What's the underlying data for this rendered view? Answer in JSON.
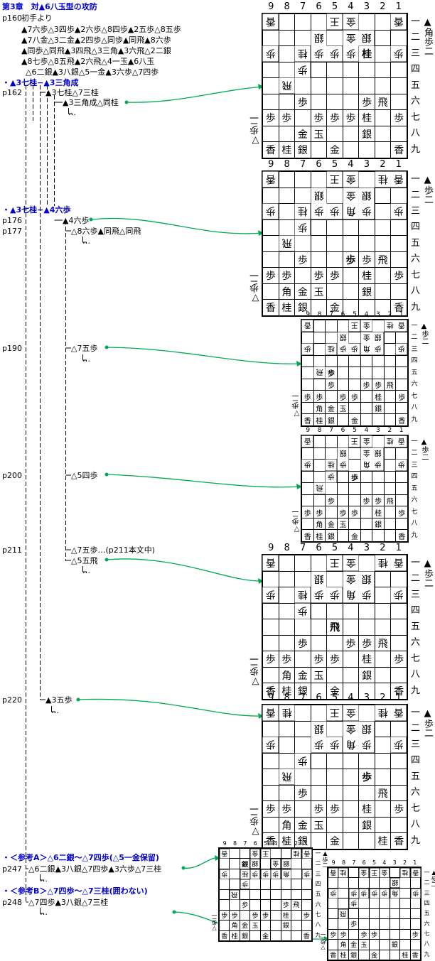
{
  "header": {
    "title": "第3章　対▲6八玉型の攻防",
    "start_page": "p160",
    "start_label": "初手より",
    "moves_lines": [
      "▲7六歩△3四歩▲2六歩△8四歩▲2五歩△8五歩",
      "▲7八金△3二金▲2四歩△同歩▲同飛▲8六歩",
      "▲同歩△同飛▲3四飛△3三角▲3六飛△2二銀",
      "▲8七歩△8五飛▲2六飛△4一玉▲6八玉",
      "△6二銀▲3八銀△5一金▲3六歩△7四歩"
    ]
  },
  "sections": [
    {
      "label": "・▲3七桂−▲3三角成"
    },
    {
      "label": "・▲3七桂−▲4六歩"
    },
    {
      "label": "・＜参考A＞△6二銀〜△7四歩(△5一金保留)"
    },
    {
      "label": "・＜参考B＞△7四歩〜△7三桂(囲わない)"
    }
  ],
  "pages": [
    "p162",
    "p176",
    "p177",
    "p190",
    "p200",
    "p211",
    "p220",
    "p247",
    "p248"
  ],
  "branch_moves": [
    "▲3七桂△7三桂",
    "▲3三角成△同桂",
    "▲4六歩",
    "△8六歩▲同飛△同飛",
    "△7五歩",
    "△5四歩",
    "△7五歩…(p211本文中)",
    "△5五飛",
    "▲3五歩",
    "△6二銀▲3八銀△7四歩▲3六歩△7三桂",
    "△7四歩▲3八銀△7三桂"
  ],
  "continuation": "…",
  "file_numbers": [
    "9",
    "8",
    "7",
    "6",
    "5",
    "4",
    "3",
    "2",
    "1"
  ],
  "rank_numbers": [
    "一",
    "二",
    "三",
    "四",
    "五",
    "六",
    "七",
    "八",
    "九"
  ],
  "boards": [
    {
      "name": "board-p162",
      "sente_hand": "▲角歩二",
      "gote_hand": "▽歩二",
      "rows": [
        [
          "g香",
          "",
          "",
          "",
          "g王",
          "g金",
          "",
          "",
          "g香"
        ],
        [
          "",
          "",
          "",
          "g銀",
          "",
          "g金",
          "g銀",
          "",
          ""
        ],
        [
          "g歩",
          "",
          "g桂",
          "g歩",
          "g歩",
          "g歩",
          "b桂",
          "",
          "g歩"
        ],
        [
          "",
          "",
          "g歩",
          "",
          "",
          "",
          "",
          "",
          ""
        ],
        [
          "",
          "g飛",
          "",
          "",
          "",
          "",
          "",
          "",
          ""
        ],
        [
          "",
          "",
          "歩",
          "",
          "",
          "",
          "歩",
          "飛",
          ""
        ],
        [
          "歩",
          "歩",
          "",
          "歩",
          "歩",
          "歩",
          "桂",
          "",
          "歩"
        ],
        [
          "",
          "",
          "金",
          "玉",
          "",
          "",
          "銀",
          "",
          ""
        ],
        [
          "香",
          "桂",
          "銀",
          "",
          "金",
          "",
          "",
          "",
          "香"
        ]
      ]
    },
    {
      "name": "board-p176",
      "sente_hand": "▲歩二",
      "gote_hand": "▽歩二",
      "rows": [
        [
          "g香",
          "",
          "",
          "",
          "g王",
          "g金",
          "",
          "g桂",
          "g香"
        ],
        [
          "",
          "",
          "",
          "g銀",
          "",
          "g金",
          "g銀",
          "",
          ""
        ],
        [
          "g歩",
          "",
          "g桂",
          "g歩",
          "g歩",
          "g角",
          "g歩",
          "",
          "g歩"
        ],
        [
          "",
          "",
          "g歩",
          "",
          "",
          "",
          "",
          "",
          ""
        ],
        [
          "",
          "g飛",
          "",
          "",
          "",
          "",
          "",
          "",
          ""
        ],
        [
          "",
          "",
          "歩",
          "",
          "",
          "b歩",
          "歩",
          "飛",
          ""
        ],
        [
          "歩",
          "歩",
          "",
          "歩",
          "歩",
          "",
          "桂",
          "",
          "歩"
        ],
        [
          "",
          "角",
          "金",
          "玉",
          "",
          "",
          "銀",
          "",
          ""
        ],
        [
          "香",
          "桂",
          "銀",
          "",
          "金",
          "",
          "",
          "",
          "香"
        ]
      ]
    },
    {
      "name": "board-p190",
      "sente_hand": "▲歩二",
      "gote_hand": "▽歩二",
      "rows": [
        [
          "g香",
          "",
          "",
          "",
          "g王",
          "g金",
          "",
          "g桂",
          "g香"
        ],
        [
          "",
          "",
          "",
          "g銀",
          "",
          "g金",
          "g銀",
          "",
          ""
        ],
        [
          "g歩",
          "",
          "g桂",
          "g歩",
          "g歩",
          "g角",
          "g歩",
          "",
          "g歩"
        ],
        [
          "",
          "",
          "",
          "",
          "",
          "",
          "",
          "",
          ""
        ],
        [
          "",
          "g飛",
          "b歩",
          "",
          "",
          "",
          "",
          "",
          ""
        ],
        [
          "",
          "",
          "歩",
          "",
          "",
          "歩",
          "歩",
          "飛",
          ""
        ],
        [
          "歩",
          "歩",
          "",
          "歩",
          "歩",
          "",
          "桂",
          "",
          "歩"
        ],
        [
          "",
          "角",
          "金",
          "玉",
          "",
          "",
          "銀",
          "",
          ""
        ],
        [
          "香",
          "桂",
          "銀",
          "",
          "金",
          "",
          "",
          "",
          "香"
        ]
      ]
    },
    {
      "name": "board-p200",
      "sente_hand": "▲歩二",
      "gote_hand": "▽歩二",
      "rows": [
        [
          "g香",
          "",
          "",
          "",
          "g王",
          "g金",
          "",
          "g桂",
          "g香"
        ],
        [
          "",
          "",
          "",
          "g銀",
          "",
          "g金",
          "g銀",
          "",
          ""
        ],
        [
          "g歩",
          "",
          "g桂",
          "g歩",
          "",
          "g角",
          "g歩",
          "",
          "g歩"
        ],
        [
          "",
          "",
          "g歩",
          "",
          "b歩",
          "",
          "",
          "",
          ""
        ],
        [
          "",
          "g飛",
          "",
          "",
          "",
          "",
          "",
          "",
          ""
        ],
        [
          "",
          "",
          "歩",
          "",
          "",
          "歩",
          "歩",
          "飛",
          ""
        ],
        [
          "歩",
          "歩",
          "",
          "歩",
          "歩",
          "",
          "桂",
          "",
          "歩"
        ],
        [
          "",
          "角",
          "金",
          "玉",
          "",
          "",
          "銀",
          "",
          ""
        ],
        [
          "香",
          "桂",
          "銀",
          "",
          "金",
          "",
          "",
          "",
          "香"
        ]
      ]
    },
    {
      "name": "board-p211",
      "sente_hand": "▲歩二",
      "gote_hand": "▽歩二",
      "rows": [
        [
          "g香",
          "",
          "",
          "",
          "g王",
          "g金",
          "",
          "g桂",
          "g香"
        ],
        [
          "",
          "",
          "",
          "g銀",
          "",
          "g金",
          "g銀",
          "",
          ""
        ],
        [
          "g歩",
          "",
          "g桂",
          "g歩",
          "g歩",
          "g角",
          "g歩",
          "",
          "g歩"
        ],
        [
          "",
          "",
          "g歩",
          "",
          "",
          "",
          "",
          "",
          ""
        ],
        [
          "",
          "",
          "",
          "",
          "b飛",
          "",
          "",
          "",
          ""
        ],
        [
          "",
          "",
          "歩",
          "",
          "",
          "歩",
          "歩",
          "飛",
          ""
        ],
        [
          "歩",
          "歩",
          "",
          "歩",
          "歩",
          "",
          "桂",
          "",
          "歩"
        ],
        [
          "",
          "角",
          "金",
          "玉",
          "",
          "",
          "銀",
          "",
          ""
        ],
        [
          "香",
          "桂",
          "銀",
          "",
          "金",
          "",
          "",
          "",
          "香"
        ]
      ]
    },
    {
      "name": "board-p220",
      "sente_hand": "▲歩二",
      "gote_hand": "▽歩二",
      "rows": [
        [
          "g香",
          "g桂",
          "",
          "",
          "g王",
          "g金",
          "",
          "g桂",
          "g香"
        ],
        [
          "",
          "",
          "",
          "g銀",
          "",
          "g金",
          "g銀",
          "",
          ""
        ],
        [
          "g歩",
          "",
          "",
          "g歩",
          "g歩",
          "g角",
          "g歩",
          "",
          "g歩"
        ],
        [
          "",
          "",
          "g歩",
          "",
          "",
          "",
          "",
          "",
          ""
        ],
        [
          "",
          "g飛",
          "",
          "",
          "",
          "",
          "b歩",
          "",
          ""
        ],
        [
          "",
          "",
          "歩",
          "",
          "",
          "",
          "",
          "飛",
          ""
        ],
        [
          "歩",
          "歩",
          "",
          "歩",
          "歩",
          "",
          "桂",
          "",
          "歩"
        ],
        [
          "",
          "角",
          "金",
          "玉",
          "",
          "",
          "銀",
          "",
          ""
        ],
        [
          "香",
          "桂",
          "銀",
          "",
          "金",
          "",
          "",
          "桂",
          "香"
        ]
      ]
    },
    {
      "name": "board-p247",
      "sente_hand": "▲歩二",
      "gote_hand": "▽歩二",
      "rows": [
        [
          "g香",
          "",
          "",
          "g金",
          "g王",
          "",
          "",
          "g桂",
          "g香"
        ],
        [
          "",
          "",
          "b銀",
          "g銀",
          "",
          "g金",
          "g銀",
          "",
          ""
        ],
        [
          "g歩",
          "",
          "g桂",
          "g歩",
          "g歩",
          "g歩",
          "g角",
          "",
          "g歩"
        ],
        [
          "",
          "",
          "g歩",
          "",
          "",
          "",
          "",
          "",
          ""
        ],
        [
          "",
          "g飛",
          "",
          "",
          "",
          "",
          "",
          "",
          ""
        ],
        [
          "",
          "",
          "歩",
          "",
          "",
          "",
          "歩",
          "飛",
          ""
        ],
        [
          "歩",
          "歩",
          "",
          "歩",
          "歩",
          "",
          "桂",
          "",
          "歩"
        ],
        [
          "",
          "角",
          "金",
          "玉",
          "",
          "",
          "銀",
          "",
          ""
        ],
        [
          "香",
          "桂",
          "銀",
          "",
          "金",
          "",
          "",
          "",
          "香"
        ]
      ]
    },
    {
      "name": "board-p248",
      "sente_hand": "▲歩二",
      "gote_hand": "▽歩二",
      "rows": [
        [
          "g香",
          "g桂",
          "",
          "g金",
          "g王",
          "g金",
          "",
          "g桂",
          "g香"
        ],
        [
          "",
          "",
          "",
          "",
          "",
          "",
          "g銀",
          "",
          ""
        ],
        [
          "g歩",
          "",
          "g歩",
          "g歩",
          "g歩",
          "g歩",
          "g角",
          "",
          "g歩"
        ],
        [
          "",
          "",
          "g歩",
          "",
          "",
          "",
          "",
          "",
          ""
        ],
        [
          "",
          "g飛",
          "",
          "",
          "",
          "",
          "",
          "",
          ""
        ],
        [
          "",
          "",
          "歩",
          "",
          "",
          "",
          "",
          "",
          ""
        ],
        [
          "歩",
          "歩",
          "",
          "歩",
          "歩",
          "",
          "",
          "",
          "歩"
        ],
        [
          "",
          "角",
          "金",
          "玉",
          "",
          "",
          "銀",
          "",
          ""
        ],
        [
          "香",
          "桂",
          "銀",
          "",
          "金",
          "",
          "",
          "桂",
          "香"
        ]
      ]
    }
  ]
}
